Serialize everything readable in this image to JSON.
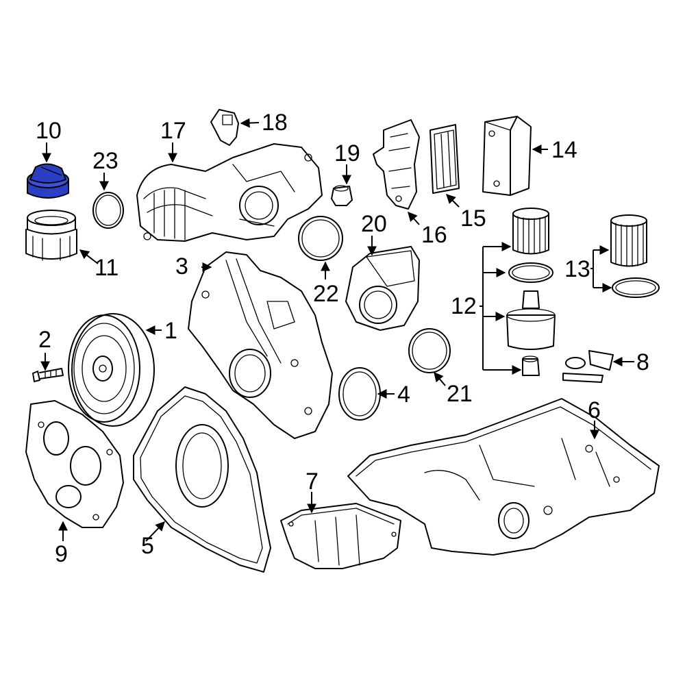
{
  "callouts": {
    "c1": "1",
    "c2": "2",
    "c3": "3",
    "c4": "4",
    "c5": "5",
    "c6": "6",
    "c7": "7",
    "c8": "8",
    "c9": "9",
    "c10": "10",
    "c11": "11",
    "c12": "12",
    "c13": "13",
    "c14": "14",
    "c15": "15",
    "c16": "16",
    "c17": "17",
    "c18": "18",
    "c19": "19",
    "c20": "20",
    "c21": "21",
    "c22": "22",
    "c23": "23"
  },
  "colors": {
    "highlight": "#2b3fc4",
    "line": "#000000",
    "background": "#ffffff"
  }
}
